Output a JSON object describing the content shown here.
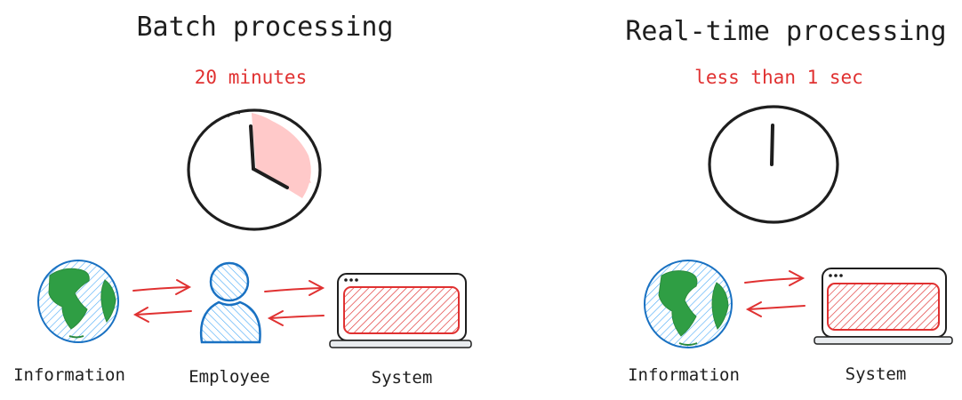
{
  "colors": {
    "ink": "#1e1e1e",
    "accent_red": "#e03131",
    "clock_fill": "#ffc9c9",
    "globe_blue": "#1971c2",
    "globe_water": "#a5d8ff",
    "globe_land": "#2f9e44",
    "person_blue": "#1971c2",
    "screen_red": "#e03131"
  },
  "batch": {
    "title": "Batch processing",
    "duration": "20 minutes",
    "labels": {
      "information": "Information",
      "employee": "Employee",
      "system": "System"
    }
  },
  "realtime": {
    "title": "Real-time processing",
    "duration": "less than 1 sec",
    "labels": {
      "information": "Information",
      "system": "System"
    }
  },
  "icons": {
    "clock": "clock-icon",
    "globe": "globe-icon",
    "person": "person-icon",
    "laptop": "laptop-icon",
    "arrow": "arrow-icon"
  }
}
